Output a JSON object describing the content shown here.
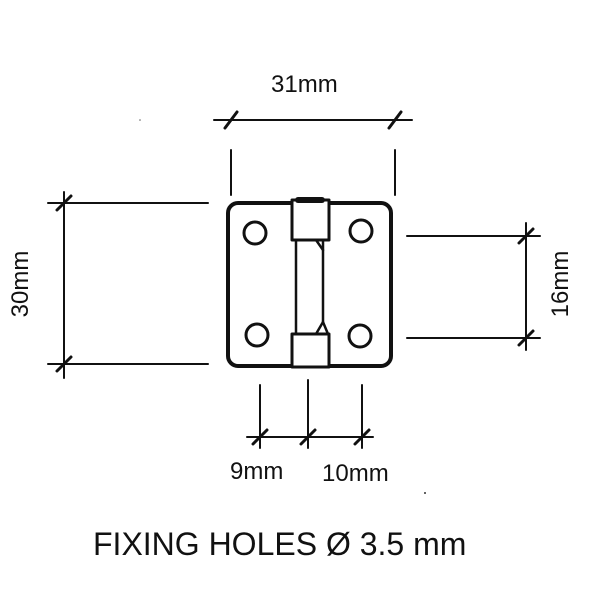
{
  "labels": {
    "width": "31mm",
    "height": "30mm",
    "hole_spacing_vertical": "16mm",
    "spacing_left": "9mm",
    "spacing_right": "10mm"
  },
  "note": "FIXING HOLES Ø 3.5 mm"
}
